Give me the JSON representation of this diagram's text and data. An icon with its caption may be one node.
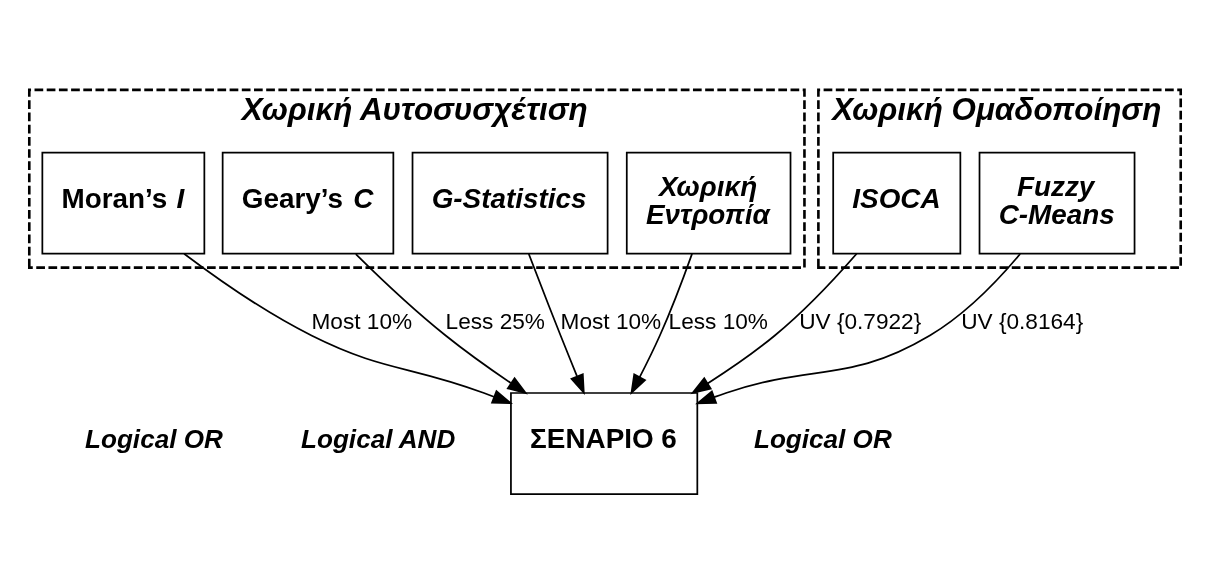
{
  "diagram": {
    "nodes": [
      {
        "text": [
          "Χωρική Αυτοσυσχέτιση"
        ]
      },
      {
        "text": [
          "Moran’s *I*"
        ],
        "in": 0
      },
      {
        "text": [
          "Geary’s *C*"
        ],
        "in": 0
      },
      {
        "text": [
          "G-Statistics"
        ],
        "in": 0
      },
      {
        "text": [
          "Χωρική Εντροπία"
        ],
        "in": 0
      },
      {
        "text": [
          "Χωρική Ομαδοποίηση"
        ]
      },
      {
        "text": [
          "ISOCA"
        ],
        "in": 5
      },
      {
        "text": [
          "Fuzzy C-Means"
        ],
        "in": 5
      },
      {
        "text": [
          "ΣΕΝΑΡΙΟ 6"
        ]
      }
    ],
    "edges": [
      {
        "from": 1,
        "to": 8,
        "arrow": "to",
        "label": "Most 10%"
      },
      {
        "from": 2,
        "to": 8,
        "arrow": "to",
        "label": "Less 25%"
      },
      {
        "from": 3,
        "to": 8,
        "arrow": "to",
        "label": "Most 10%"
      },
      {
        "from": 4,
        "to": 8,
        "arrow": "to",
        "label": "Less 10%"
      },
      {
        "from": 6,
        "to": 8,
        "arrow": "to",
        "label": "UV {0.7922}"
      },
      {
        "from": 7,
        "to": 8,
        "arrow": "to",
        "label": "UV {0.8164}"
      }
    ],
    "labels": [
      "Logical OR",
      "Logical AND",
      "Logical OR"
    ]
  }
}
